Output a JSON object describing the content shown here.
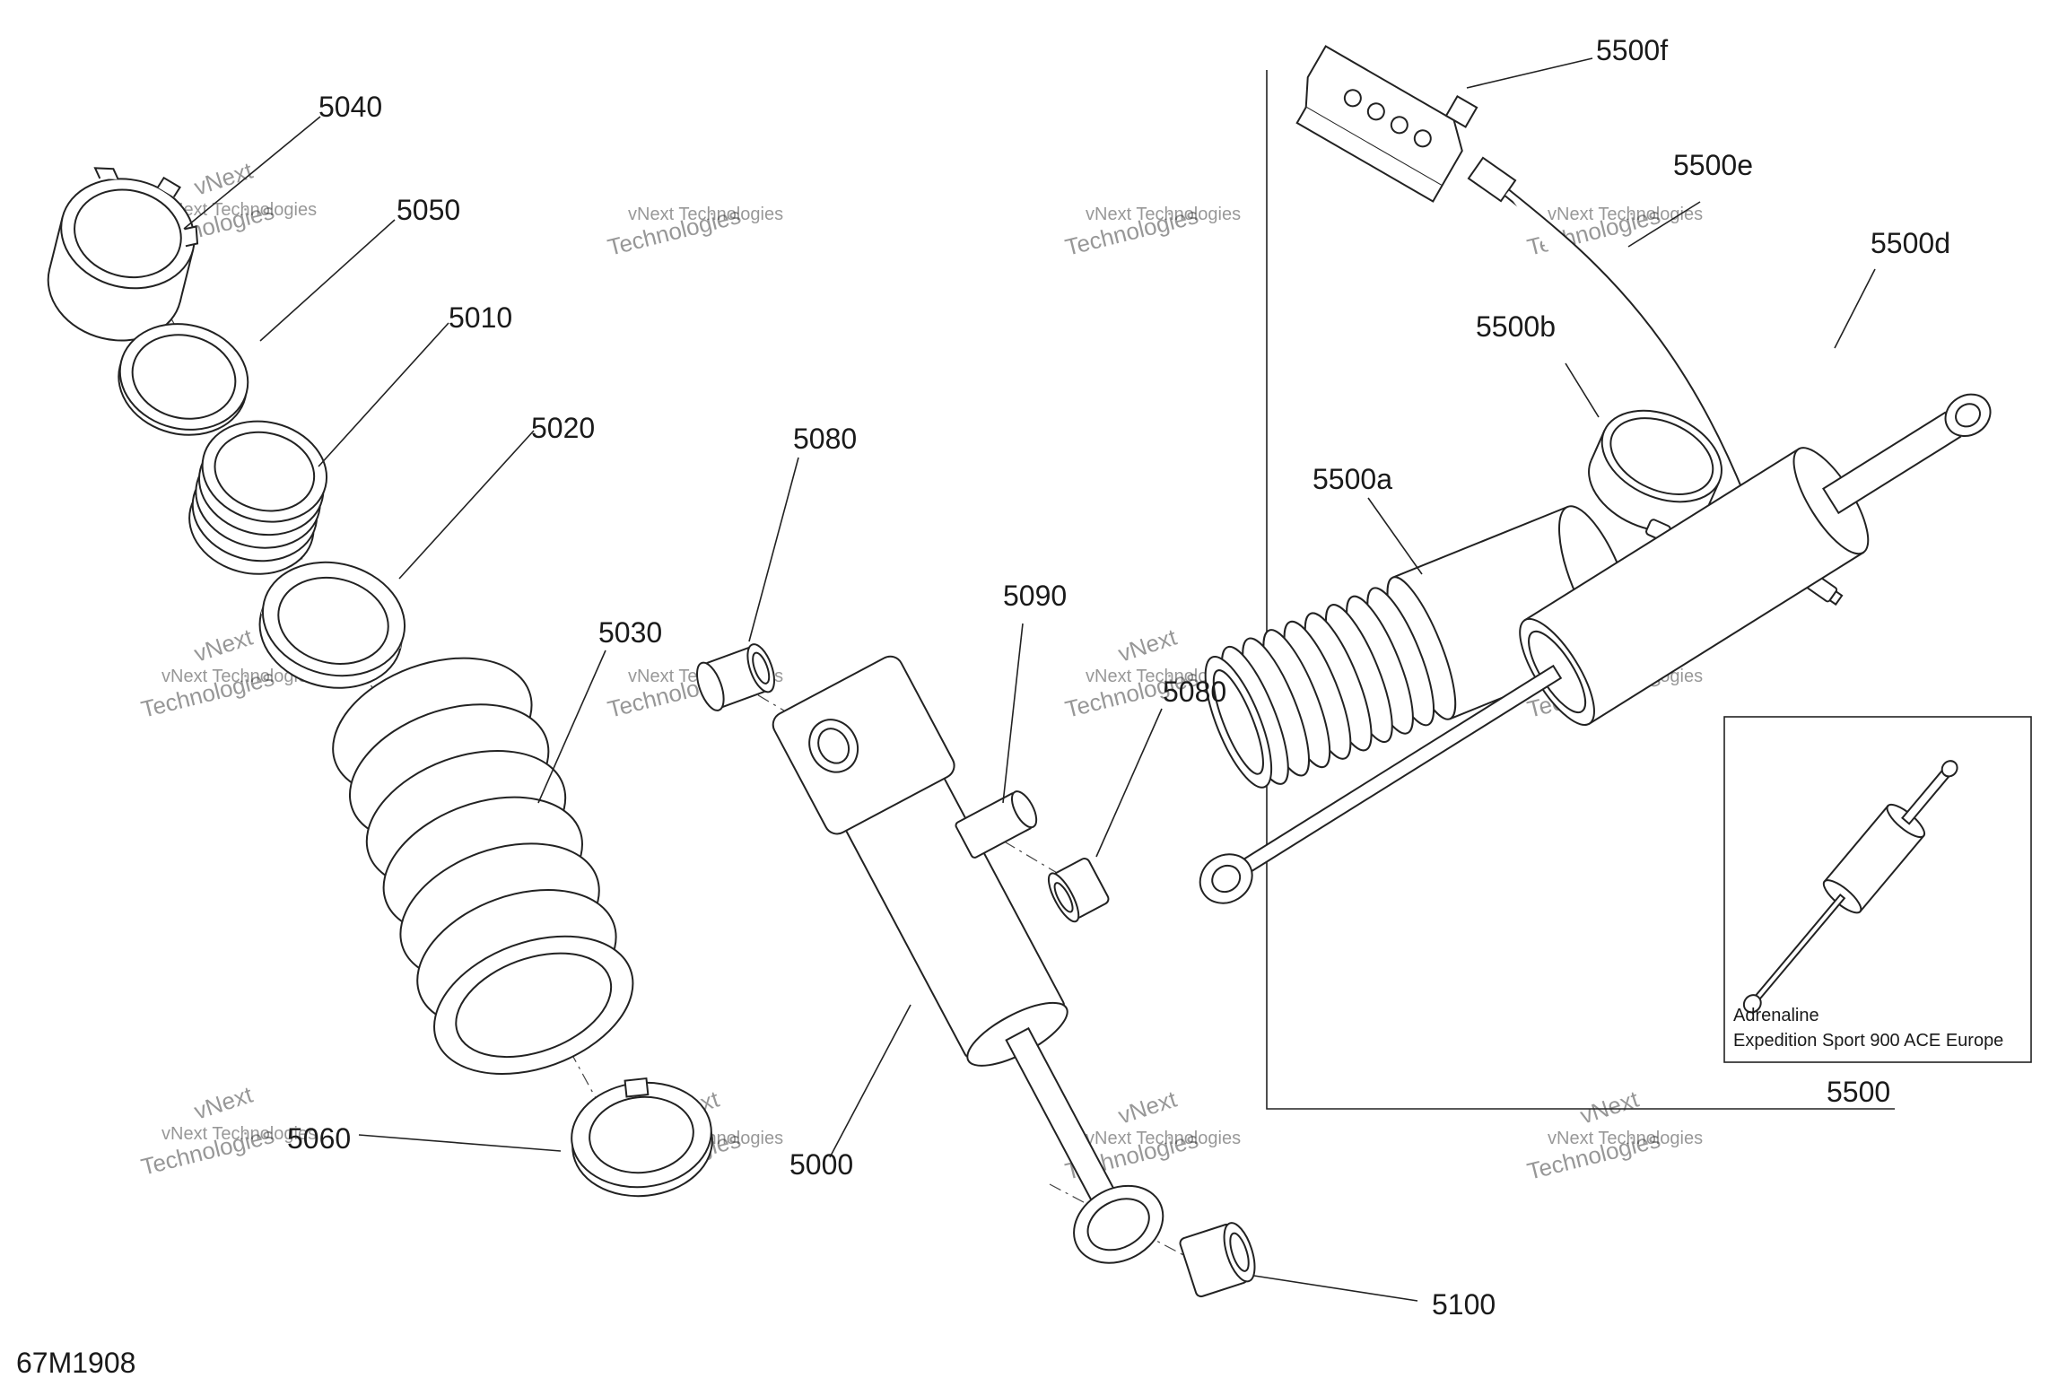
{
  "drawing_code": "67M1908",
  "parts": [
    {
      "id": "5040"
    },
    {
      "id": "5050"
    },
    {
      "id": "5010"
    },
    {
      "id": "5020"
    },
    {
      "id": "5030"
    },
    {
      "id": "5060"
    },
    {
      "id": "5080"
    },
    {
      "id": "5090"
    },
    {
      "id": "5080b",
      "label": "5080"
    },
    {
      "id": "5000"
    },
    {
      "id": "5100"
    },
    {
      "id": "5500f"
    },
    {
      "id": "5500e"
    },
    {
      "id": "5500d"
    },
    {
      "id": "5500b"
    },
    {
      "id": "5500a"
    },
    {
      "id": "5500"
    }
  ],
  "labels": {
    "p5040": "5040",
    "p5050": "5050",
    "p5010": "5010",
    "p5020": "5020",
    "p5030": "5030",
    "p5060": "5060",
    "p5080": "5080",
    "p5090": "5090",
    "p5080b": "5080",
    "p5000": "5000",
    "p5100": "5100",
    "p5500f": "5500f",
    "p5500e": "5500e",
    "p5500d": "5500d",
    "p5500b": "5500b",
    "p5500a": "5500a",
    "p5500": "5500"
  },
  "inset": {
    "line1": "Adrenaline",
    "line2": "Expedition Sport 900 ACE Europe"
  },
  "watermark": {
    "line1": "vNext Technologies",
    "line2": "vNext",
    "line3": "Technologies"
  }
}
